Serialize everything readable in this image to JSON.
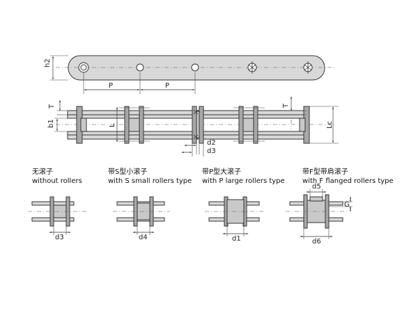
{
  "top_view": {
    "dim_h2": "h2",
    "dim_p1": "P",
    "dim_p2": "P"
  },
  "side_view": {
    "dim_t_left": "T",
    "dim_b1": "b1",
    "dim_l": "L",
    "dim_t_right": "T",
    "dim_lc": "Lc",
    "dim_d2": "d2",
    "dim_d3": "d3"
  },
  "variants": [
    {
      "label_cn": "无滚子",
      "label_en": "without rollers",
      "dim": "d3"
    },
    {
      "label_cn": "带S型小滚子",
      "label_en": "with S small  rollers type",
      "dim": "d4"
    },
    {
      "label_cn": "带P型大滚子",
      "label_en": "with P large rollers type",
      "dim": "d1"
    },
    {
      "label_cn": "带F型带肩滚子",
      "label_en": "with F flanged rollers type",
      "dim": "d6",
      "dim_top": "d5",
      "dim_side": "G"
    }
  ]
}
